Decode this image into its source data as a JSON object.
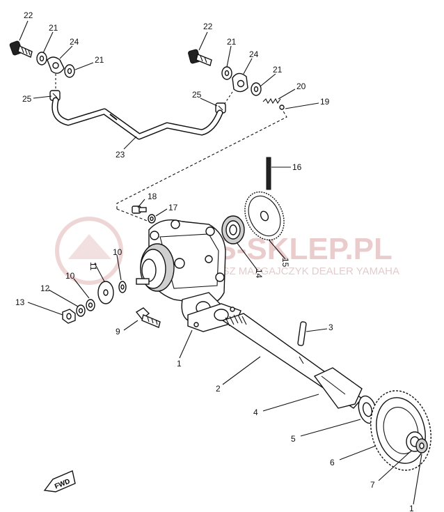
{
  "watermark": {
    "title": "AMS-SKLEP.PL",
    "subtitle": "AMS TOMASZ MAZGAJCZYK DEALER YAMAHA",
    "color": "#d9a3a6"
  },
  "fwd_label": "FWD",
  "callouts": [
    {
      "id": "c22a",
      "text": "22"
    },
    {
      "id": "c21a",
      "text": "21"
    },
    {
      "id": "c24a",
      "text": "24"
    },
    {
      "id": "c21b",
      "text": "21"
    },
    {
      "id": "c25a",
      "text": "25"
    },
    {
      "id": "c22b",
      "text": "22"
    },
    {
      "id": "c21c",
      "text": "21"
    },
    {
      "id": "c24b",
      "text": "24"
    },
    {
      "id": "c21d",
      "text": "21"
    },
    {
      "id": "c20",
      "text": "20"
    },
    {
      "id": "c19",
      "text": "19"
    },
    {
      "id": "c25b",
      "text": "25"
    },
    {
      "id": "c23",
      "text": "23"
    },
    {
      "id": "c16",
      "text": "16"
    },
    {
      "id": "c18",
      "text": "18"
    },
    {
      "id": "c17",
      "text": "17"
    },
    {
      "id": "c10a",
      "text": "10"
    },
    {
      "id": "c11",
      "text": "11"
    },
    {
      "id": "c10b",
      "text": "10"
    },
    {
      "id": "c12",
      "text": "12"
    },
    {
      "id": "c13",
      "text": "13"
    },
    {
      "id": "c14",
      "text": "14"
    },
    {
      "id": "c15",
      "text": "15"
    },
    {
      "id": "c9",
      "text": "9"
    },
    {
      "id": "c3",
      "text": "3"
    },
    {
      "id": "c1",
      "text": "1"
    },
    {
      "id": "c2",
      "text": "2"
    },
    {
      "id": "c4",
      "text": "4"
    },
    {
      "id": "c5",
      "text": "5"
    },
    {
      "id": "c6",
      "text": "6"
    },
    {
      "id": "c7",
      "text": "7"
    },
    {
      "id": "c8",
      "text": "1"
    }
  ]
}
